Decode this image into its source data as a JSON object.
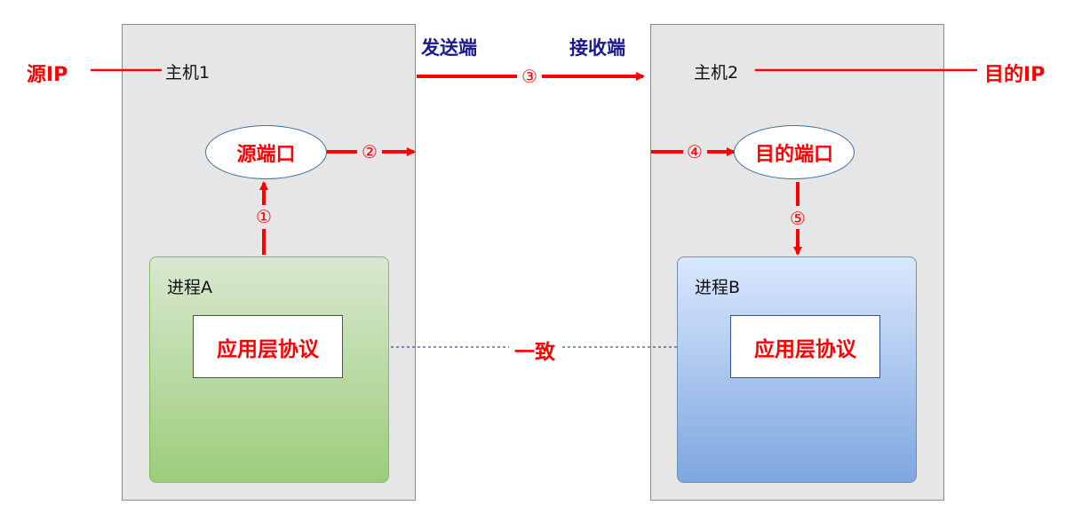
{
  "source_ip": "源IP",
  "dest_ip": "目的IP",
  "host1": {
    "title": "主机1",
    "port": "源端口",
    "process": "进程A",
    "protocol": "应用层协议"
  },
  "host2": {
    "title": "主机2",
    "port": "目的端口",
    "process": "进程B",
    "protocol": "应用层协议"
  },
  "sender_label": "发送端",
  "receiver_label": "接收端",
  "consistent_label": "一致",
  "steps": [
    "①",
    "②",
    "③",
    "④",
    "⑤"
  ],
  "colors": {
    "accent_red": "#ff0000",
    "navy": "#1a1a8c",
    "host_bg": "#e6e6e6",
    "process_a": "#9ccd7a",
    "process_b": "#7ea6e0",
    "dashed": "#2f5597"
  }
}
